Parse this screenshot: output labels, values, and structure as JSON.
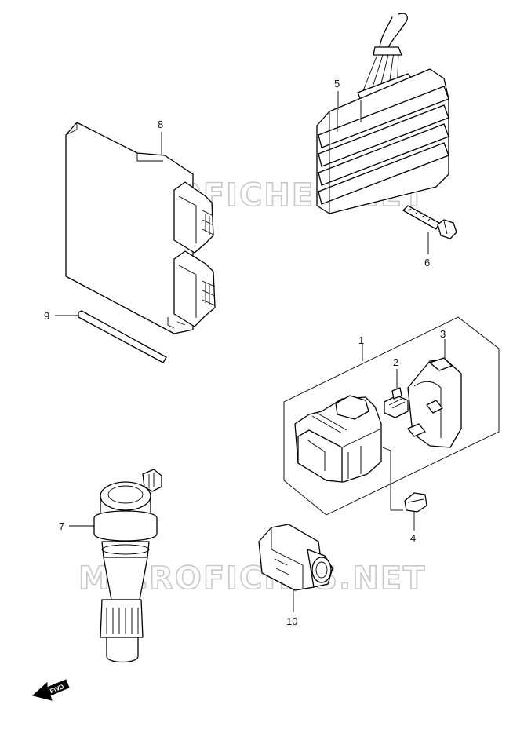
{
  "watermarks": [
    "MICROFICHES.NET",
    "MICROFICHES.NET"
  ],
  "callouts": [
    {
      "id": "1",
      "label": "1"
    },
    {
      "id": "2",
      "label": "2"
    },
    {
      "id": "3",
      "label": "3"
    },
    {
      "id": "4",
      "label": "4"
    },
    {
      "id": "5",
      "label": "5"
    },
    {
      "id": "6",
      "label": "6"
    },
    {
      "id": "7",
      "label": "7"
    },
    {
      "id": "8",
      "label": "8"
    },
    {
      "id": "9",
      "label": "9"
    },
    {
      "id": "10",
      "label": "10"
    }
  ],
  "fwd_arrow": {
    "label": "FWD"
  }
}
